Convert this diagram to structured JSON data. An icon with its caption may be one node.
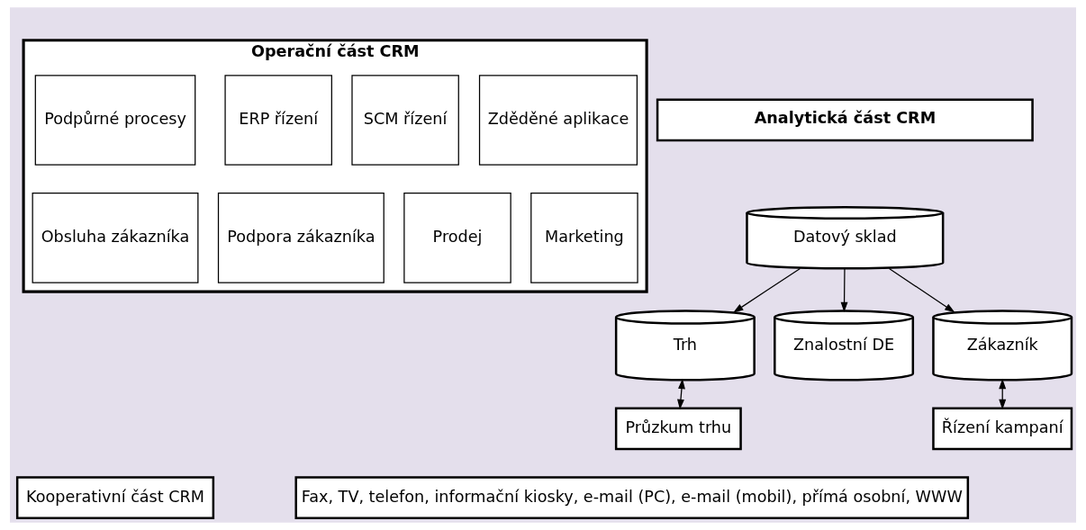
{
  "diagram": {
    "nodes": [
      {
        "text": [
          "Operační část CRM"
        ]
      },
      {
        "text": [
          "Podpůrné procesy"
        ],
        "in": 0
      },
      {
        "text": [
          "SCM řízení"
        ],
        "in": 0
      },
      {
        "text": [
          "ERP řízení"
        ],
        "in": 0
      },
      {
        "text": [
          "Zděděné aplikace"
        ],
        "in": 0
      },
      {
        "text": [
          "Obsluha zákazníka"
        ],
        "in": 0
      },
      {
        "text": [
          "Prodej"
        ],
        "in": 0
      },
      {
        "text": [
          "Podpora zákazníka"
        ],
        "in": 0
      },
      {
        "text": [
          "Marketing"
        ],
        "in": 0
      },
      {
        "text": [
          "Analytická část CRM"
        ]
      },
      {
        "text": [
          "Datový sklad"
        ]
      },
      {
        "text": [
          "Trh"
        ]
      },
      {
        "text": [
          "Znalostní DE"
        ]
      },
      {
        "text": [
          "Zákazník"
        ]
      },
      {
        "text": [
          "Průzkum trhu"
        ]
      },
      {
        "text": [
          "Řízení kampaní"
        ]
      },
      {
        "text": [
          "Kooperativní část CRM"
        ]
      },
      {
        "text": [
          "Fax, TV, telefon, informační kiosky, e-mail (PC), e-mail (mobil), přímá osobní, WWW"
        ]
      }
    ],
    "edges": [
      {
        "from": 10,
        "to": 11,
        "arrow": "to"
      },
      {
        "from": 10,
        "to": 12,
        "arrow": "to"
      },
      {
        "from": 10,
        "to": 13,
        "arrow": "to"
      },
      {
        "from": 11,
        "to": 14,
        "arrow": "both"
      },
      {
        "from": 13,
        "to": 15,
        "arrow": "both"
      }
    ]
  }
}
